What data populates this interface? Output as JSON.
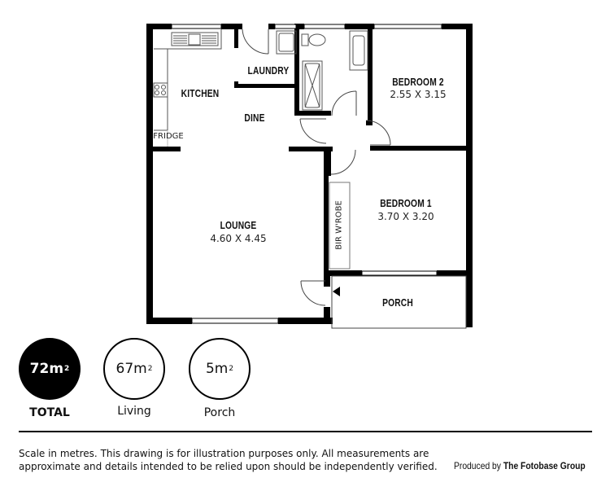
{
  "floorplan": {
    "rooms": [
      {
        "id": "kitchen",
        "name": "KITCHEN",
        "dimensions": ""
      },
      {
        "id": "laundry",
        "name": "LAUNDRY",
        "dimensions": ""
      },
      {
        "id": "dine",
        "name": "DINE",
        "dimensions": ""
      },
      {
        "id": "bedroom2",
        "name": "BEDROOM 2",
        "dimensions": "2.55 X 3.15"
      },
      {
        "id": "bedroom1",
        "name": "BEDROOM 1",
        "dimensions": "3.70 X 3.20"
      },
      {
        "id": "lounge",
        "name": "LOUNGE",
        "dimensions": "4.60 X 4.45"
      },
      {
        "id": "porch",
        "name": "PORCH",
        "dimensions": ""
      }
    ],
    "fixtures": {
      "fridge": "FRIDGE",
      "wardrobe": "BIR W'ROBE"
    },
    "colors": {
      "wall": "#000000",
      "fixture_line": "#555555",
      "background": "#ffffff"
    }
  },
  "areas": [
    {
      "value": "72m",
      "unit_sup": "2",
      "label": "TOTAL",
      "style": "filled"
    },
    {
      "value": "67m",
      "unit_sup": "2",
      "label": "Living",
      "style": "outline"
    },
    {
      "value": "5m",
      "unit_sup": "2",
      "label": "Porch",
      "style": "outline"
    }
  ],
  "footer": {
    "disclaimer_line1": "Scale in metres. This drawing is for illustration purposes only. All measurements are",
    "disclaimer_line2": "approximate and details intended to be relied upon should be independently verified.",
    "credit_prefix": "Produced by",
    "credit_company": "The Fotobase Group"
  }
}
